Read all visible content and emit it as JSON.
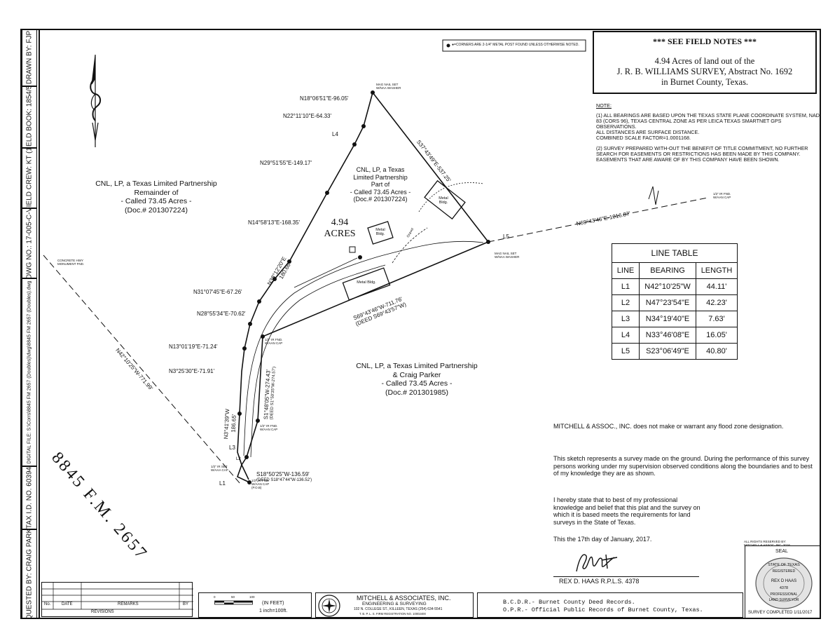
{
  "sidebar": {
    "drawn_by": "DRAWN BY: FJP",
    "field_book": "FIELD BOOK: 1854/59",
    "field_crew": "FIELD CREW: KT (1)",
    "dwg_no": "DWG NO.: 17-005-C-V",
    "digital_file": "DIGITAL FILE: S:\\Corrs\\8845 FM 2657 (Doubles)\\dwg\\8845 FM 2657 (Doubles).dwg",
    "tax_id": "TAX I.D. NO. 60394",
    "requested_by": "REQUESTED BY: CRAIG PARKER"
  },
  "legend_note": "●=CORNERS ARE 2-1/4\" METAL POST FOUND UNLESS OTHERWISE NOTED.",
  "title_block": {
    "see_notes": "*** SEE FIELD NOTES ***",
    "line1": "4.94 Acres of land out of the",
    "line2": "J. R. B. WILLIAMS SURVEY, Abstract No. 1692",
    "line3": "in Burnet County, Texas."
  },
  "notes": {
    "heading": "NOTE:",
    "note1": "(1) ALL BEARINGS ARE BASED UPON THE TEXAS STATE PLANE COORDINATE SYSTEM, NAD 83 (CORS 96), TEXAS CENTRAL ZONE AS PER LEICA TEXAS SMARTNET GPS OBSERVATIONS.",
    "note1b": "ALL DISTANCES ARE SURFACE DISTANCE.",
    "note1c": "COMBINED SCALE FACTOR=1.0001168.",
    "note2": "(2) SURVEY PREPARED WITH-OUT THE BENEFIT OF TITLE COMMITMENT, NO FURTHER SEARCH FOR EASEMENTS OR RESTRICTIONS HAS BEEN MADE BY THIS COMPANY. EASEMENTS THAT ARE AWARE OF BY THIS COMPANY HAVE BEEN SHOWN."
  },
  "line_table": {
    "title": "LINE TABLE",
    "headers": [
      "LINE",
      "BEARING",
      "LENGTH"
    ],
    "rows": [
      [
        "L1",
        "N42°10'25\"W",
        "44.11'"
      ],
      [
        "L2",
        "N47°23'54\"E",
        "42.23'"
      ],
      [
        "L3",
        "N34°19'40\"E",
        "7.63'"
      ],
      [
        "L4",
        "N33°46'08\"E",
        "16.05'"
      ],
      [
        "L5",
        "S23°06'49\"E",
        "40.80'"
      ]
    ]
  },
  "parcels": {
    "west": [
      "CNL, LP, a Texas Limited Partnership",
      "Remainder of",
      "- Called 73.45 Acres -",
      "(Doc.# 201307224)"
    ],
    "north": [
      "CNL, LP, a Texas",
      "Limited Partnership",
      "Part of",
      "- Called 73.45 Acres -",
      "(Doc.# 201307224)"
    ],
    "south": [
      "CNL, LP, a Texas Limited Partnership",
      "& Craig Parker",
      "- Called 73.45 Acres -",
      "(Doc.# 201301985)"
    ],
    "subject_area": "4.94",
    "subject_unit": "ACRES"
  },
  "road": "8845 F.M. 2657",
  "bearings": {
    "b1": "N18°06'51\"E-96.05'",
    "b2": "N22°11'10\"E-64.33'",
    "b3": "N29°51'55\"E-149.17'",
    "b4": "N14°58'13\"E-168.35'",
    "b5": "N38°12'20\"E",
    "b5d": "180.66'",
    "b6": "N31°07'45\"E-67.26'",
    "b7": "N28°55'34\"E-70.62'",
    "b8": "N13°01'19\"E-71.24'",
    "b9": "N3°25'30\"E-71.91'",
    "b10": "N3°41'39\"W",
    "b10d": "186.65'",
    "b11": "S18°50'25\"W-136.59'",
    "b11d": "(DEED S18°47'44\"W-136.52')",
    "b12": "S1°48'05\"W-274.43'",
    "b12d": "(DEED S1°50'35\"W-274.57')",
    "b13": "S69°43'46\"W-711.76'",
    "b13d": "(DEED S69°43'57\"W)",
    "b14": "S37°43'49\"E-537.25'",
    "b15": "N69°43'46\"E-1016.87'",
    "b16": "N42°10'25\"W-771.99'"
  },
  "line_labels": {
    "l1": "L1",
    "l2": "L2",
    "l3": "L3",
    "l4": "L4",
    "l5": "L5"
  },
  "monuments": {
    "mag_nail_n": "MAG NAIL SET W/NAA WASHER",
    "mag_nail_e": "MAG NAIL SET W/NAA WASHER",
    "concrete": "CONCRETE HWY MONUMENT FND.",
    "pin_ne": "1/2\" IR FND. W/AAN CAP",
    "pin_mid": "1/2\" IR FND. W/AAN CAP",
    "pin_low": "1/2\" IR FND. W/AAN CAP",
    "pin_set": "1/2\" IR SET W/AAA CAP",
    "pin_s": "1/2\" IR FND. W/AAN CAP (P.O.B)"
  },
  "buildings": {
    "b1": "Metal Bldg.",
    "b2": "Metal Bldg.",
    "b3": "Metal Bldg."
  },
  "drive_labels": {
    "gravel": "Gravel"
  },
  "flood": "MITCHELL & ASSOC., INC. does not make or warrant any flood zone designation.",
  "sketch_statement": "This sketch represents a survey made on the ground. During the performance of this survey persons working under my supervision observed conditions along the boundaries and to best of my knowledge they are as shown.",
  "certify": "I hereby state that to best of my professional knowledge and belief that this plat and the survey on which it is based meets the requirements for land surveys in the State of Texas.",
  "date_line": "This the 17th day of January, 2017.",
  "surveyor": "REX D. HAAS R.P.L.S. 4378",
  "copyright": "ALL RIGHTS RESERVED BY: MITCHELL & ASSOC. INC. 2016",
  "seal": {
    "label": "SEAL",
    "state": "STATE OF TEXAS",
    "registered": "REGISTERED",
    "name": "REX D HAAS",
    "number": "4378",
    "professional": "PROFESSIONAL",
    "land": "LAND SURVEYOR"
  },
  "survey_completed": "SURVEY COMPLETED  1/11/2017",
  "revisions": {
    "no": "No.",
    "date": "DATE",
    "remarks": "REMARKS",
    "by": "BY",
    "title": "REVISIONS"
  },
  "scale": {
    "t0": "0",
    "t1": "50",
    "t2": "100",
    "unit": "(IN FEET)",
    "ratio": "1 inch=100ft."
  },
  "company": {
    "name": "MITCHELL & ASSOCIATES, INC.",
    "sub": "ENGINEERING & SURVEYING",
    "addr": "102 N. COLLEGE ST., KILLEEN, TEXAS (254) 634-5541",
    "firm": "T. B. P. L. S. FIRM REGISTRATION NO. 10002400"
  },
  "abbrev": {
    "bcdr": "B.C.D.R.- Burnet County Deed Records.",
    "opr": "O.P.R.- Official Public Records of Burnet County, Texas."
  }
}
